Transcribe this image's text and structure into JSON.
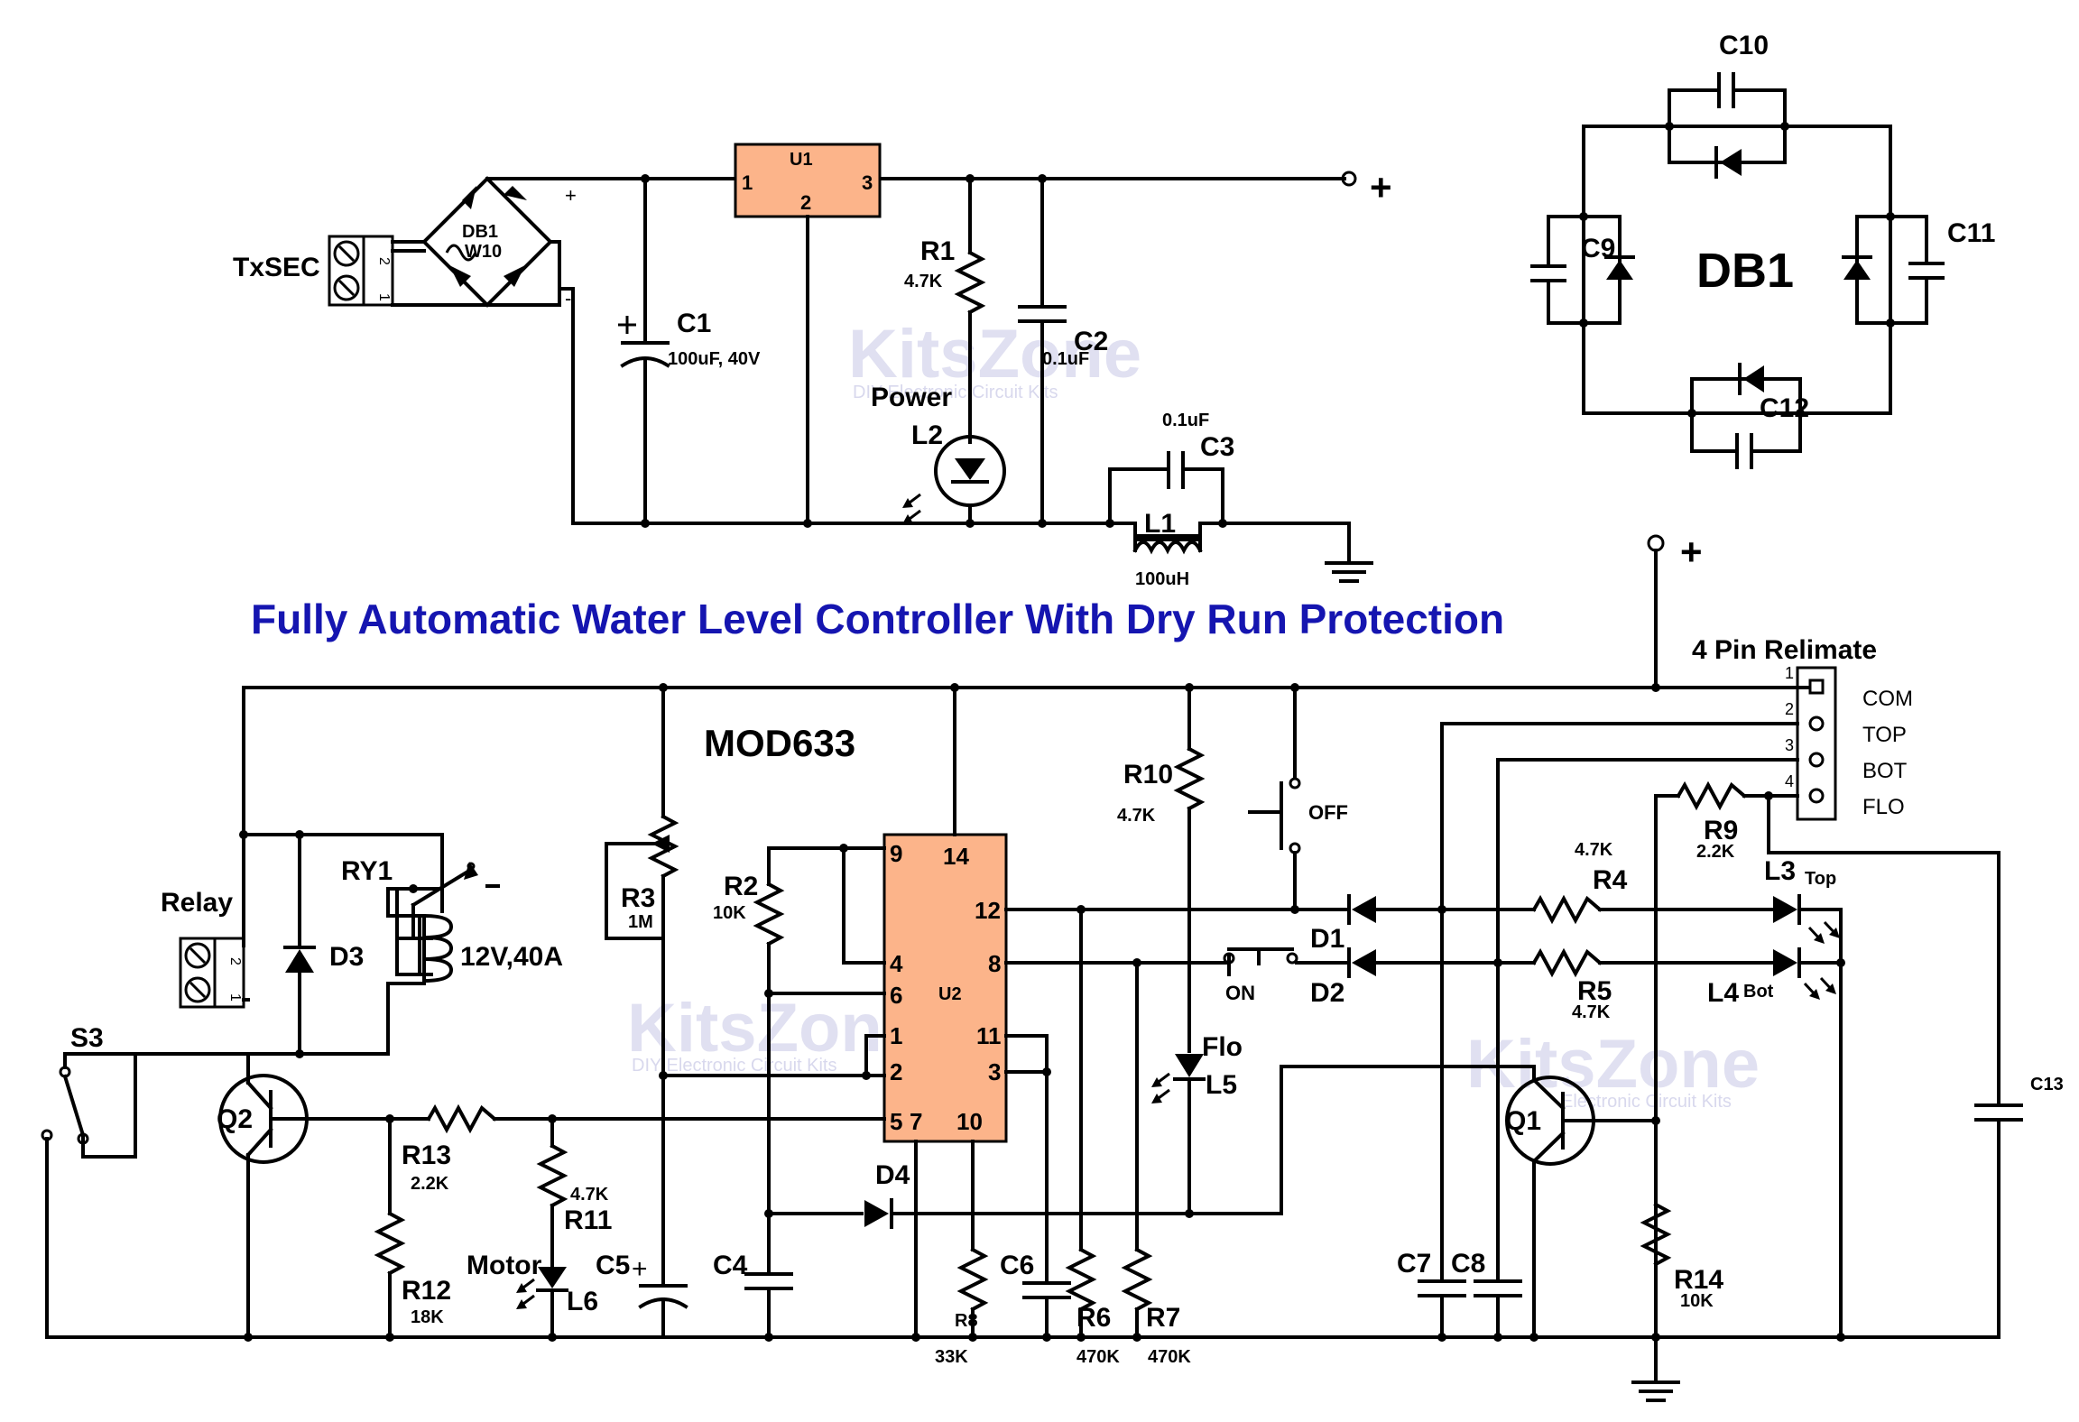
{
  "title": "Fully Automatic Water Level Controller With Dry Run Protection",
  "module_name": "MOD633",
  "bridge_big_label": "DB1",
  "plus_sign": "+",
  "power": {
    "input_label": "TxSEC",
    "bridge": {
      "ref": "DB1",
      "part": "W10"
    },
    "u1": {
      "ref": "U1",
      "pin1": "1",
      "pin2": "2",
      "pin3": "3"
    },
    "c1": {
      "ref": "C1",
      "value": "100uF, 40V"
    },
    "c2": {
      "ref": "C2",
      "value": "0.1uF"
    },
    "c3": {
      "ref": "C3",
      "value": "0.1uF"
    },
    "r1": {
      "ref": "R1",
      "value": "4.7K"
    },
    "l1": {
      "ref": "L1",
      "value": "100uH"
    },
    "l2": {
      "ref": "L2",
      "caption": "Power"
    }
  },
  "db1_detail": {
    "c9": "C9",
    "c10": "C10",
    "c11": "C11",
    "c12": "C12"
  },
  "relimate": {
    "title": "4 Pin Relimate",
    "pins": [
      {
        "num": "1",
        "name": "COM"
      },
      {
        "num": "2",
        "name": "TOP"
      },
      {
        "num": "3",
        "name": "BOT"
      },
      {
        "num": "4",
        "name": "FLO"
      }
    ]
  },
  "controller": {
    "relay": {
      "caption": "Relay",
      "ref": "RY1",
      "rating": "12V,40A"
    },
    "switches": {
      "s3": "S3",
      "off": "OFF",
      "on": "ON"
    },
    "u2": {
      "ref": "U2",
      "pins": [
        "9",
        "14",
        "12",
        "4",
        "8",
        "6",
        "1",
        "11",
        "2",
        "3",
        "5",
        "7",
        "10"
      ]
    },
    "r2": {
      "ref": "R2",
      "value": "10K"
    },
    "r3": {
      "ref": "R3",
      "value": "1M"
    },
    "r4": {
      "ref": "R4",
      "value": "4.7K"
    },
    "r5": {
      "ref": "R5",
      "value": "4.7K"
    },
    "r6": {
      "ref": "R6",
      "value": "470K"
    },
    "r7": {
      "ref": "R7",
      "value": "470K"
    },
    "r8": {
      "ref": "R8",
      "value": "33K"
    },
    "r9": {
      "ref": "R9",
      "value": "2.2K"
    },
    "r10": {
      "ref": "R10",
      "value": "4.7K"
    },
    "r11": {
      "ref": "R11",
      "value": "4.7K"
    },
    "r12": {
      "ref": "R12",
      "value": "18K"
    },
    "r13": {
      "ref": "R13",
      "value": "2.2K"
    },
    "r14": {
      "ref": "R14",
      "value": "10K"
    },
    "diodes": {
      "d1": "D1",
      "d2": "D2",
      "d3": "D3",
      "d4": "D4"
    },
    "caps": {
      "c4": "C4",
      "c5": "C5",
      "c6": "C6",
      "c7": "C7",
      "c8": "C8",
      "c13": "C13"
    },
    "transistors": {
      "q1": "Q1",
      "q2": "Q2"
    },
    "leds": {
      "l3": {
        "ref": "L3",
        "tag": "Top"
      },
      "l4": {
        "ref": "L4",
        "tag": "Bot"
      },
      "l5": {
        "ref": "L5",
        "tag": "Flo"
      },
      "l6": {
        "ref": "L6",
        "tag": "Motor"
      }
    }
  },
  "watermark": {
    "brand": "KitsZone",
    "tagline_1": "DIY Electronic Circuit Kits",
    "tagline_2": "Electronic Circuit Kits"
  }
}
